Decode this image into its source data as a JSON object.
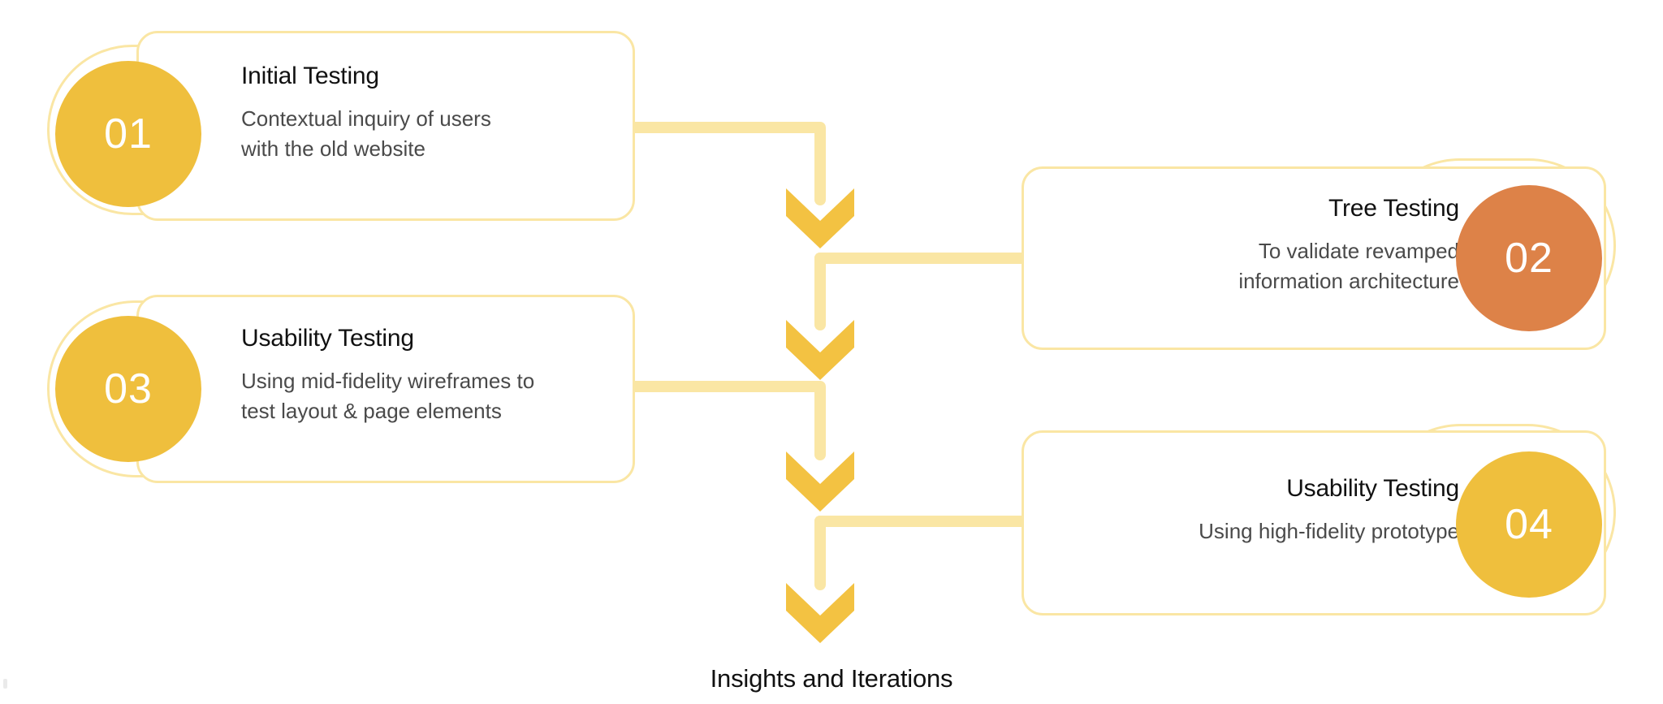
{
  "diagram": {
    "footer_label": "Insights and Iterations",
    "colors": {
      "card_outline": "#FAE6A4",
      "connector": "#FAE6A4",
      "arrow_head": "#F3C242",
      "circle_gold": "#EFBF3D",
      "circle_orange": "#DD8248",
      "title_text": "#111111",
      "body_text": "#4a4a4a",
      "background": "#FFFFFF"
    },
    "steps": [
      {
        "number": "01",
        "title": "Initial Testing",
        "desc_lines": [
          "Contextual inquiry of users",
          "with the old website"
        ],
        "side": "left",
        "circle_color": "#EFBF3D"
      },
      {
        "number": "02",
        "title": "Tree Testing",
        "desc_lines": [
          "To validate revamped",
          "information architecture"
        ],
        "side": "right",
        "circle_color": "#DD8248"
      },
      {
        "number": "03",
        "title": "Usability Testing",
        "desc_lines": [
          "Using mid-fidelity wireframes to",
          "test layout & page elements"
        ],
        "side": "left",
        "circle_color": "#EFBF3D"
      },
      {
        "number": "04",
        "title": "Usability Testing",
        "desc_lines": [
          "Using high-fidelity prototype"
        ],
        "side": "right",
        "circle_color": "#EFBF3D"
      }
    ]
  }
}
